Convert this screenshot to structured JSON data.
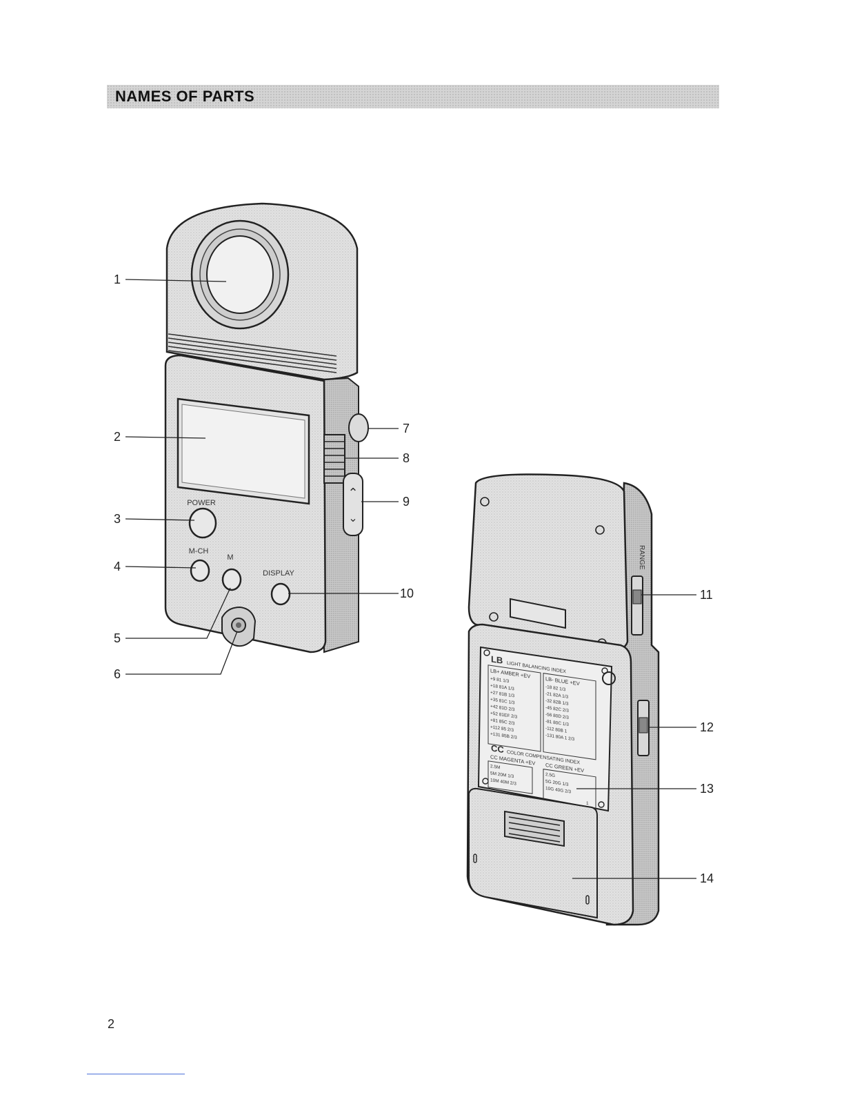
{
  "header": {
    "title": "NAMES OF PARTS"
  },
  "callouts": {
    "n1": "1",
    "n2": "2",
    "n3": "3",
    "n4": "4",
    "n5": "5",
    "n6": "6",
    "n7": "7",
    "n8": "8",
    "n9": "9",
    "n10": "10",
    "n11": "11",
    "n12": "12",
    "n13": "13",
    "n14": "14"
  },
  "front_device": {
    "power_label": "POWER",
    "mch_label": "M-CH",
    "m_label": "M",
    "display_label": "DISPLAY"
  },
  "back_device": {
    "side_label": "RANGE",
    "lb_section_title": "LB",
    "lb_section_subtitle": "LIGHT BALANCING INDEX",
    "lb_amber_header": "LB+ AMBER +EV",
    "lb_blue_header": "LB- BLUE +EV",
    "lb_amber_rows": [
      "+9  81  1/3",
      "+18  81A  1/3",
      "+27  81B  1/3",
      "+35  81C  1/3",
      "+42  81D  2/3",
      "+52  81EF  2/3",
      "+81  85C  2/3",
      "+112  85  2/3",
      "+131  85B  2/3"
    ],
    "lb_blue_rows": [
      "-18  82  1/3",
      "-21  82A  1/3",
      "-32  82B  1/3",
      "-45  82C  2/3",
      "-56  80D  2/3",
      "-81  80C  1/3",
      "-112  80B  1",
      "-131  80A  1 2/3"
    ],
    "cc_section_title": "CC",
    "cc_section_subtitle": "COLOR COMPENSATING INDEX",
    "cc_magenta_header": "CC MAGENTA +EV",
    "cc_green_header": "CC GREEN +EV",
    "cc_magenta_rows": [
      "2.5M",
      "5M  20M  1/3",
      "10M  40M  2/3"
    ],
    "cc_green_rows": [
      "2.5G",
      "5G  20G  1/3",
      "10G  40G  2/3",
      "1"
    ]
  },
  "page": {
    "number": "2"
  }
}
